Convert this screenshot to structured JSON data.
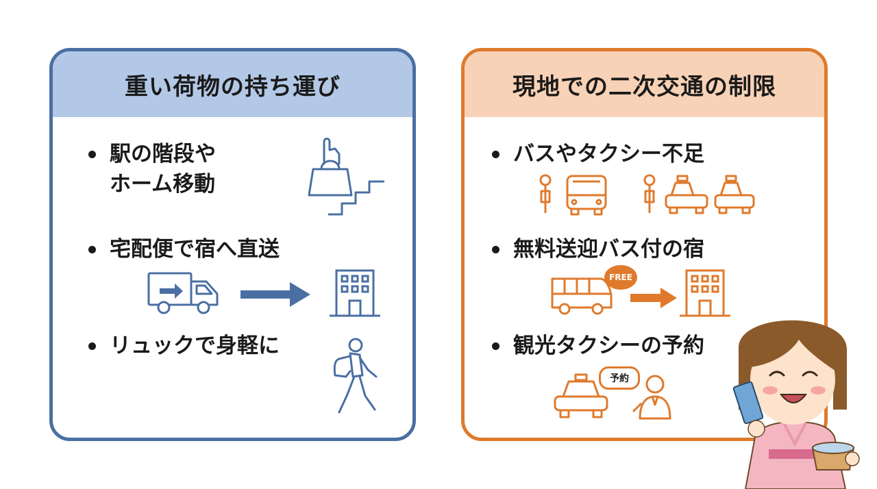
{
  "left_panel": {
    "title": "重い荷物の持ち運び",
    "color": "#4a6fa3",
    "header_bg": "#b3c8e6",
    "items": [
      {
        "line1": "駅の階段や",
        "line2": "ホーム移動",
        "icons": [
          "shopping-bag-icon",
          "stairs-icon"
        ]
      },
      {
        "line1": "宅配便で宿へ直送",
        "icons": [
          "delivery-truck-icon",
          "arrow-right-icon",
          "hotel-building-icon"
        ]
      },
      {
        "line1": "リュックで身軽に",
        "icons": [
          "backpack-walker-icon"
        ]
      }
    ]
  },
  "right_panel": {
    "title": "現地での二次交通の制限",
    "color": "#df7a2c",
    "header_bg": "#f8d2b6",
    "items": [
      {
        "line1": "バスやタクシー不足",
        "icons": [
          "bus-stop-icon",
          "bus-icon",
          "taxi-stop-icon",
          "taxi-icon",
          "taxi-icon"
        ]
      },
      {
        "line1": "無料送迎バス付の宿",
        "badge": "FREE",
        "icons": [
          "shuttle-bus-icon",
          "arrow-right-icon",
          "hotel-building-icon"
        ]
      },
      {
        "line1": "観光タクシーの予約",
        "speech_bubble": "予約",
        "icons": [
          "taxi-icon",
          "reservation-bubble-icon",
          "staff-person-icon"
        ]
      }
    ]
  },
  "mascot": {
    "icon": "yukata-woman-illustration"
  }
}
